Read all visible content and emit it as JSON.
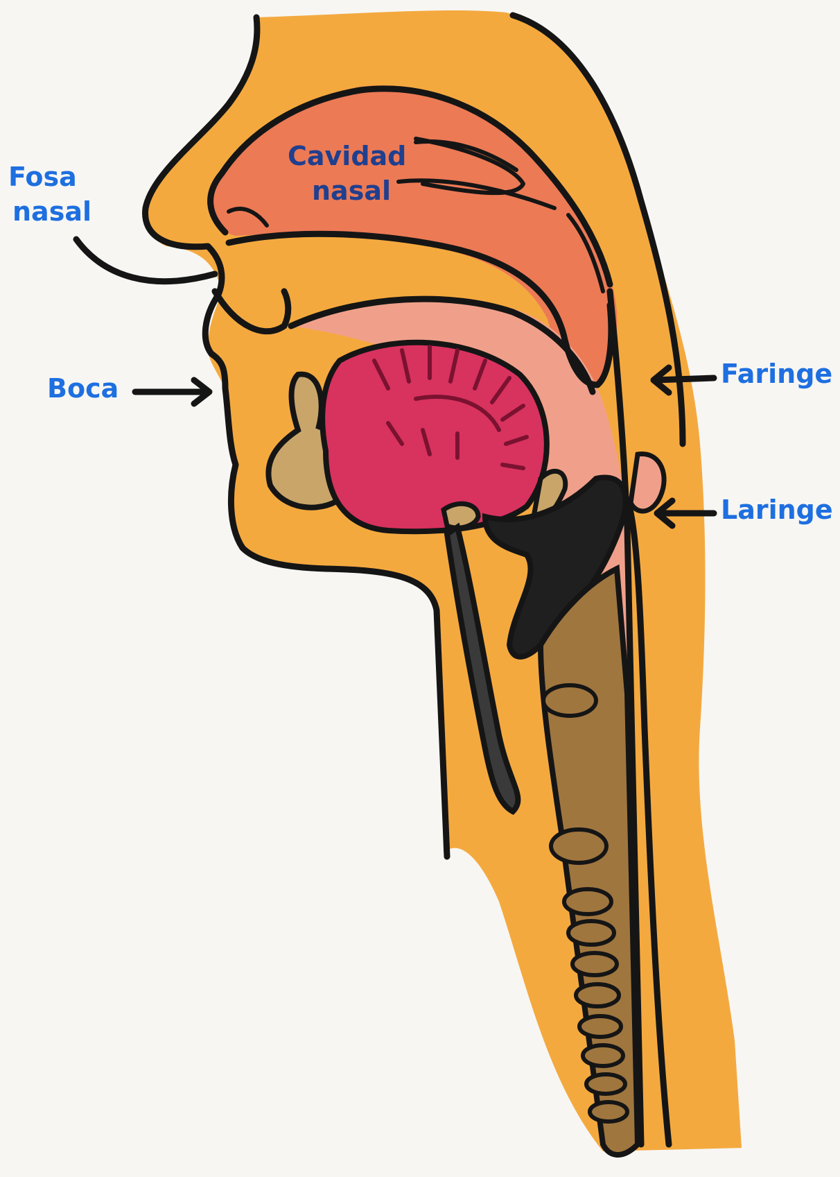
{
  "labels": {
    "fosa_nasal_line1": "Fosa",
    "fosa_nasal_line2": "nasal",
    "cavidad_nasal_line1": "Cavidad",
    "cavidad_nasal_line2": "nasal",
    "boca": "Boca",
    "faringe": "Faringe",
    "laringe": "Laringe"
  },
  "colors": {
    "skin": "#f4a93f",
    "nasal_cavity": "#ec7a55",
    "pharynx": "#f0a08a",
    "tongue": "#d8325f",
    "bone": "#c9a56a",
    "trachea": "#a0763f",
    "epiglottis": "#2b2b2b",
    "label_text": "#1e6fe0",
    "ink": "#151515"
  }
}
